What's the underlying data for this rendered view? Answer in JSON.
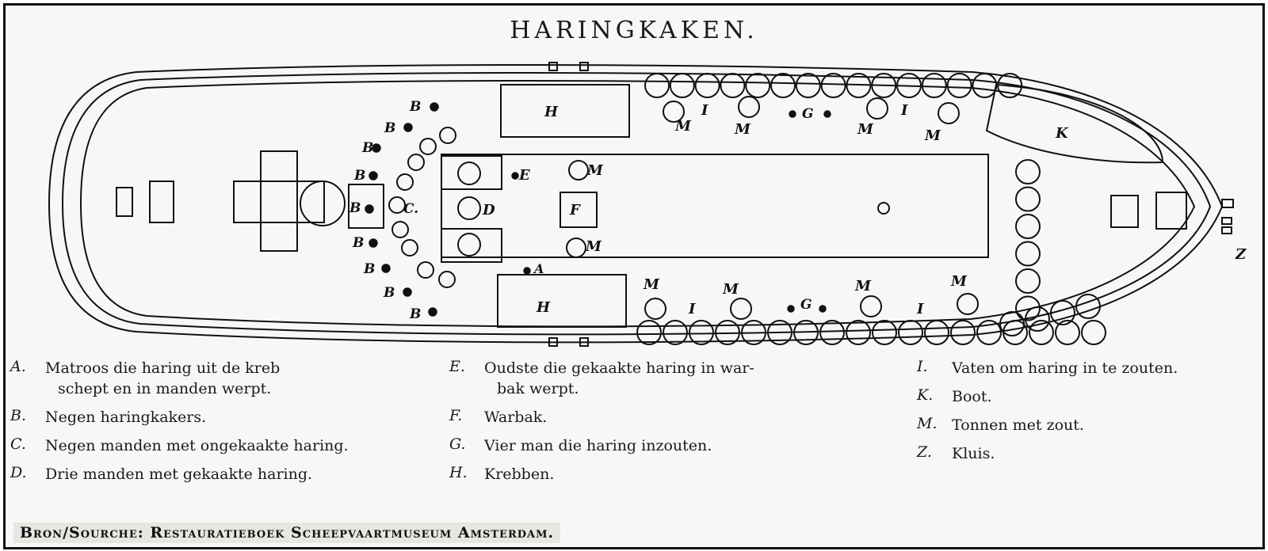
{
  "title": "HARINGKAKEN.",
  "diagram_labels": {
    "A": "A",
    "B": "B",
    "C": "C.",
    "D": "D",
    "E": "E",
    "F": "F",
    "G": "G",
    "H": "H",
    "I": "I",
    "K": "K",
    "M": "M",
    "Z": "Z"
  },
  "legend": {
    "col1": [
      {
        "key": "A.",
        "lines": [
          "Matroos die haring uit de kreb",
          "schept en in manden werpt."
        ]
      },
      {
        "key": "B.",
        "lines": [
          "Negen haringkakers."
        ]
      },
      {
        "key": "C.",
        "lines": [
          "Negen manden met ongekaakte haring."
        ]
      },
      {
        "key": "D.",
        "lines": [
          "Drie manden met gekaakte haring."
        ]
      }
    ],
    "col2": [
      {
        "key": "E.",
        "lines": [
          "Oudste die gekaakte haring in war-",
          "bak werpt."
        ]
      },
      {
        "key": "F.",
        "lines": [
          "Warbak."
        ]
      },
      {
        "key": "G.",
        "lines": [
          "Vier man die haring inzouten."
        ]
      },
      {
        "key": "H.",
        "lines": [
          "Krebben."
        ]
      }
    ],
    "col3": [
      {
        "key": "I.",
        "lines": [
          "Vaten om haring in te zouten."
        ]
      },
      {
        "key": "K.",
        "lines": [
          "Boot."
        ]
      },
      {
        "key": "M.",
        "lines": [
          "Tonnen met zout."
        ]
      },
      {
        "key": "Z.",
        "lines": [
          "Kluis."
        ]
      }
    ]
  },
  "source": "Bron/Sourche: Restauratieboek Scheepvaartmuseum Amsterdam.",
  "colors": {
    "ink": "#111111",
    "paper": "#f7f7f5",
    "source_bg": "#e8e6e2"
  }
}
